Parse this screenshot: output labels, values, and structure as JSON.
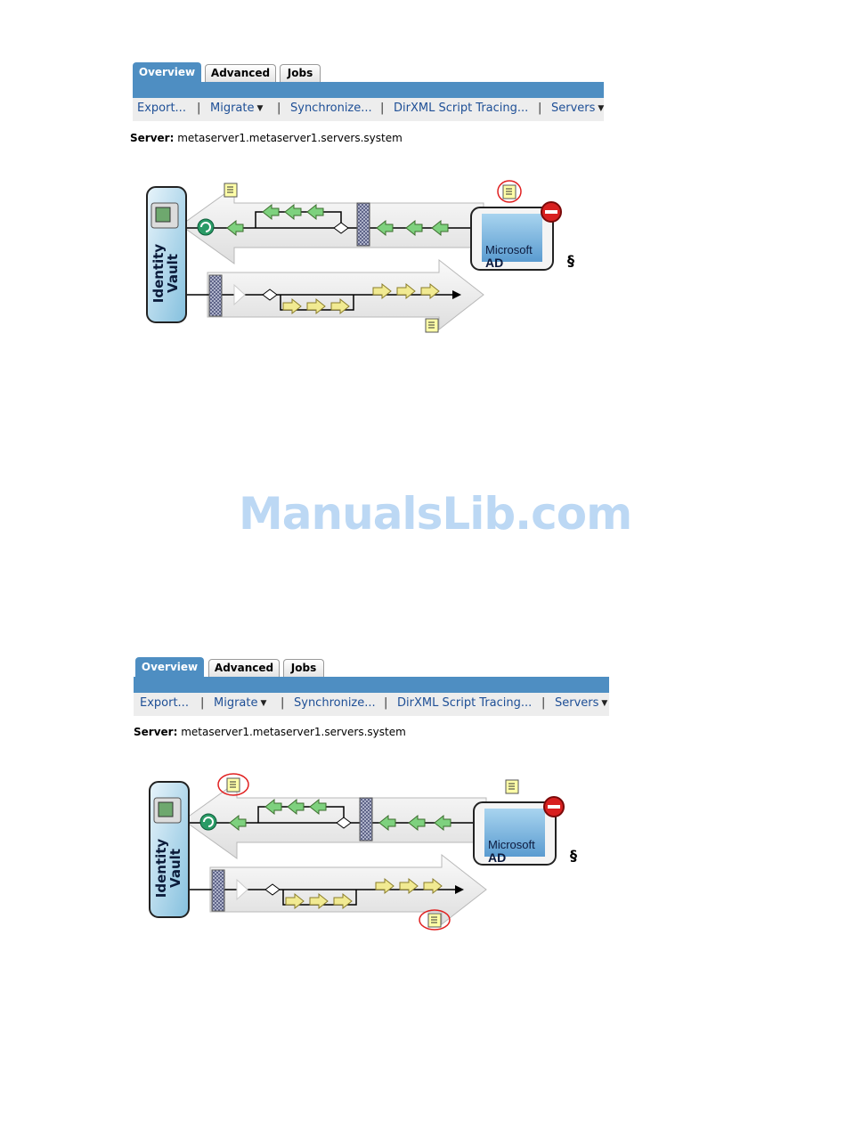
{
  "panels": [
    {
      "tabs": [
        {
          "label": "Overview",
          "active": true
        },
        {
          "label": "Advanced",
          "active": false
        },
        {
          "label": "Jobs",
          "active": false
        }
      ],
      "menu": [
        {
          "label": "Export...",
          "dropdown": false
        },
        {
          "label": "Migrate",
          "dropdown": true
        },
        {
          "label": "Synchronize...",
          "dropdown": false
        },
        {
          "label": "DirXML Script Tracing...",
          "dropdown": false
        },
        {
          "label": "Servers",
          "dropdown": true
        }
      ],
      "server_label": "Server:",
      "server_value": "metaserver1.metaserver1.servers.system",
      "diagram": {
        "vault_label": "Identity\nVault",
        "app_label_line1": "Microsoft",
        "app_label_line2": "AD",
        "highlighted_icons": [
          "application-schema-map-icon"
        ]
      }
    },
    {
      "tabs": [
        {
          "label": "Overview",
          "active": true
        },
        {
          "label": "Advanced",
          "active": false
        },
        {
          "label": "Jobs",
          "active": false
        }
      ],
      "menu": [
        {
          "label": "Export...",
          "dropdown": false
        },
        {
          "label": "Migrate",
          "dropdown": true
        },
        {
          "label": "Synchronize...",
          "dropdown": false
        },
        {
          "label": "DirXML Script Tracing...",
          "dropdown": false
        },
        {
          "label": "Servers",
          "dropdown": true
        }
      ],
      "server_label": "Server:",
      "server_value": "metaserver1.metaserver1.servers.system",
      "diagram": {
        "vault_label": "Identity\nVault",
        "app_label_line1": "Microsoft",
        "app_label_line2": "AD",
        "highlighted_icons": [
          "publisher-note-icon",
          "subscriber-note-icon"
        ]
      }
    }
  ],
  "watermark": "ManualsLib.com",
  "colors": {
    "tab_active": "#4e8ec2",
    "menubar_bg": "#ededed",
    "menu_text": "#1e4f96",
    "highlight_ring": "#e02020",
    "watermark": "#bcd8f4"
  }
}
